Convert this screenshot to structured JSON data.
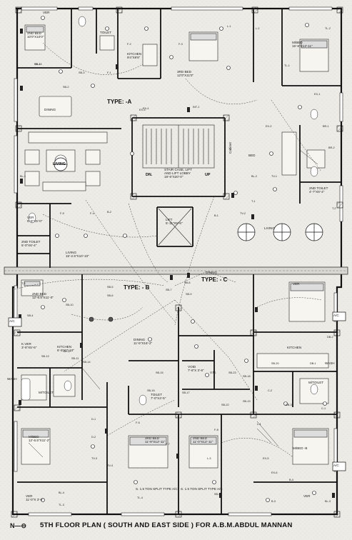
{
  "title": "5TH FLOOR PLAN ( SOUTH AND EAST SIDE ) FOR A.B.M.ABDUL MANNAN",
  "north_label": "N",
  "units": {
    "a": "TYPE: -A",
    "b": "TYPE: - B",
    "c": "TYPE: - C"
  },
  "rooms": {
    "bed_2_a": "2ND BED\n10'0\"X10'0\"",
    "toilet_a": "TOILET",
    "kitchen_a": "KITCHEN\n9'4\"X9'6\"",
    "bed_3_a": "3RD BED\n12'0\"X11'0\"",
    "mbed_a": "M/BED\n15'-6\"X13'-11\"",
    "verandah_top": "VER",
    "dining_a": "DINING",
    "living_a": "LIVING",
    "stair": "STAIR CASE, LIFT\nAND LIFT LOBBY\n18'-6\"X20'-0\"",
    "dn": "DN.",
    "up": "UP",
    "cabinet": "Cabinet",
    "bed_c": "BED",
    "toilet_2_c": "2ND TOILET\n4'-7\"X6'-4\"",
    "lift": "LIFT\n5'-11\"X5'-6\"",
    "ver_b": "VER\n5'-5\"X5'-0\"",
    "toilet_2_b": "2ND TOILET\n5'-0\"X6'-4\"",
    "living_b": "LIVING\n15'-2.5\"X10'-10\"",
    "living_c": "LIVING",
    "dining_c": "DINING",
    "bed_2_b": "2ND BED\n12'-6.5\"X11'-0\"",
    "kitchen_b": "KITCHEN\n6'-5\"X7'-10\"",
    "kver_b": "K.VER\n3'-6\"X5'-6\"",
    "dining_b": "DINING\n11'-5\"X16'-2\"",
    "void": "VOID\n7'-6\"X 3'-6\"",
    "wash_b": "WASH",
    "mtoilet_b": "M/TOILET",
    "mbed_b": "M/BED\n12'-6.5\"X11'-2\"",
    "ver_b2": "VER\n11'-0\"X 3'-6\"",
    "toilet_c": "TOILET\n7'-0\"X4'-5\"",
    "vm": "V.M.",
    "kitchen_c": "KITCHEN",
    "wash_c": "WASH",
    "mtoilet_c": "M/TOILET",
    "bed_3_c": "3RD BED\n11'-9\"X12'-11\"",
    "bed_2_c": "2ND BED\n11'-0\"X12'-11\"",
    "mbed_c": "M/BED -B",
    "ver_c_top": "VER",
    "ver_c_bot": "VER",
    "ac_1": "A/C",
    "ac_2": "A/C",
    "ac_3": "A/C"
  },
  "tags": [
    "SB-1",
    "SB-2",
    "SB-3",
    "F-1",
    "F-2",
    "F-3",
    "L-1",
    "L-2",
    "TL-1",
    "TL-2",
    "EX-1",
    "EX-2",
    "BR-1",
    "BR-2",
    "TV-1",
    "TV-2",
    "B-1",
    "B-2",
    "F-4",
    "F-5",
    "EX-3",
    "EX-4",
    "INT-1",
    "BL-1",
    "BL-2",
    "T-1",
    "T-2",
    "T-3",
    "SB-4",
    "SB-5",
    "SB-6",
    "SB-7",
    "SB-8",
    "SB-9",
    "SB-10",
    "SB-11",
    "SB-12",
    "SB-13",
    "SB-14",
    "SB-15",
    "SB-16",
    "SB-17",
    "SB-18",
    "SB-19",
    "SB-20",
    "DB-1",
    "DB-2",
    "DB-3",
    "C-1",
    "C-2",
    "D-1",
    "D-2",
    "TV-3",
    "TV-4",
    "F-6",
    "F-7",
    "F-8",
    "L-3",
    "L-4",
    "EX-5",
    "EX-6",
    "B-3",
    "B-4",
    "BL-3",
    "BL-4",
    "TL-3",
    "TL-4",
    "SB-21",
    "SB-22",
    "SB-23",
    "SB-24"
  ],
  "legend_notes": {
    "ac_type_1": "S. 1.5 TON SPLIT TYPE A/C",
    "ac_type_2": "S. 1.5 TON SPLIT TYPE A/C"
  }
}
